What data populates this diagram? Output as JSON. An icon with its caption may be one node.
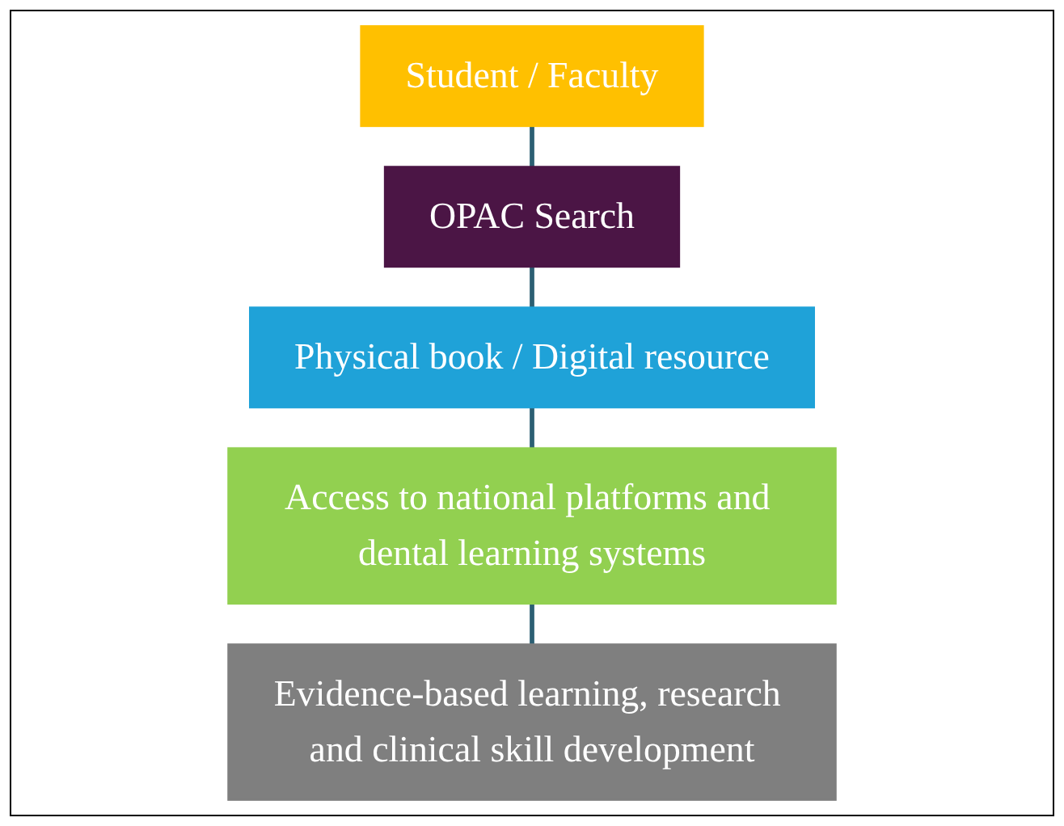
{
  "diagram": {
    "nodes": [
      {
        "text": [
          "Student / Faculty"
        ]
      },
      {
        "text": [
          "OPAC Search"
        ]
      },
      {
        "text": [
          "Physical book / Digital resource"
        ]
      },
      {
        "text": [
          "Access to national platforms and dental learning systems"
        ]
      },
      {
        "text": [
          "Evidence-based learning, research and clinical skill development"
        ]
      }
    ],
    "edges": [
      {
        "from": 0,
        "to": 1,
        "arrow": "none"
      },
      {
        "from": 1,
        "to": 2,
        "arrow": "none"
      },
      {
        "from": 2,
        "to": 3,
        "arrow": "none"
      },
      {
        "from": 3,
        "to": 4,
        "arrow": "none"
      }
    ]
  }
}
